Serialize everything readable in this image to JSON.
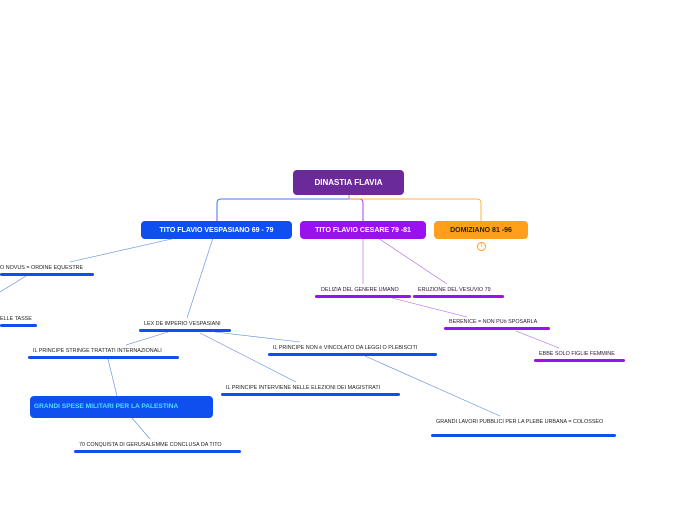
{
  "root": {
    "label": "DINASTIA FLAVIA",
    "color": "#6a2a9a"
  },
  "branches": {
    "tito_vespasiano": {
      "label": "TITO FLAVIO VESPASIANO 69 - 79",
      "color": "#0f4ff0"
    },
    "tito_cesare": {
      "label": "TITO FLAVIO CESARE 79 -81",
      "color": "#9b10ee"
    },
    "domiziano": {
      "label": "DOMIZIANO 81  -96",
      "color": "#ff9f1a",
      "badge": "1"
    }
  },
  "nodes": {
    "homo_novus": "O NOVUS = ORDINE EQUESTRE",
    "tasse": "ELLE TASSE",
    "lex_imperio": "LEX DE IMPERIO VESPASIANI",
    "trattati": "IL PRINCIPE STRINGE TRATTATI INTERNAZIONALI",
    "spese_militari": "GRANDI  SPESE MILITARI PER LA PALESTINA",
    "gerusalemme": "70 CONQUISTA  DI GERUSALEMME CONCLUSA DA TITO",
    "vincolato": "IL PRINCIPE NON è VINCOLATO DA LEGGI O PLEBISCITI",
    "elezioni": "IL PRINCIPE INTERVIENE NELLE ELEZIONI DEI MAGISTRATI",
    "lavori": "GRANDI LAVORI PUBBLICI PER LA PLEBE URBANA = COLOSSEO",
    "delizia": "DELIZIA DEL GENERE UMANO",
    "vesuvio": "ERUZIONE DEL VESUVIO 79",
    "berenice": "BERENICE = NON PUò SPOSARLA",
    "figlie": "EBBE SOLO FIGLIE FEMMINE"
  },
  "colors": {
    "blue_link": "#0f4ff0",
    "purple_link": "#9b10ee",
    "orange_link": "#ff9f1a",
    "thin_link": "#5a8be0",
    "thin_purple": "#b060e8"
  }
}
